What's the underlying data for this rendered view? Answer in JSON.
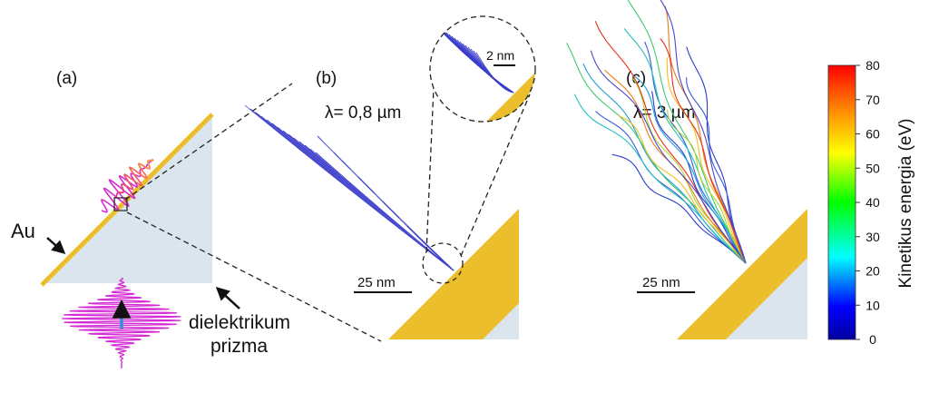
{
  "panels": {
    "a": {
      "label": "(a)",
      "metal": "Au",
      "prism": [
        "dielektrikum",
        "prizma"
      ]
    },
    "b": {
      "label": "(b)",
      "wavelength": "λ= 0,8 µm",
      "scale": "25 nm",
      "inset_scale": "2 nm"
    },
    "c": {
      "label": "(c)",
      "wavelength": "λ= 3 µm",
      "scale": "25 nm"
    }
  },
  "colorbar": {
    "title": "Kinetikus energia (eV)",
    "ticks": [
      "80",
      "70",
      "60",
      "50",
      "40",
      "30",
      "20",
      "10",
      "0"
    ],
    "colors": [
      "#ff0000",
      "#ff7f00",
      "#ffff00",
      "#00ff00",
      "#00ffff",
      "#0000ff",
      "#000080"
    ]
  },
  "colors": {
    "gold": "#ecbe2b",
    "prism": "#dbe5ee",
    "pulse": "#d42ad4",
    "trajectory": "#3a3ccc",
    "arrow": "#2f8fd0"
  }
}
